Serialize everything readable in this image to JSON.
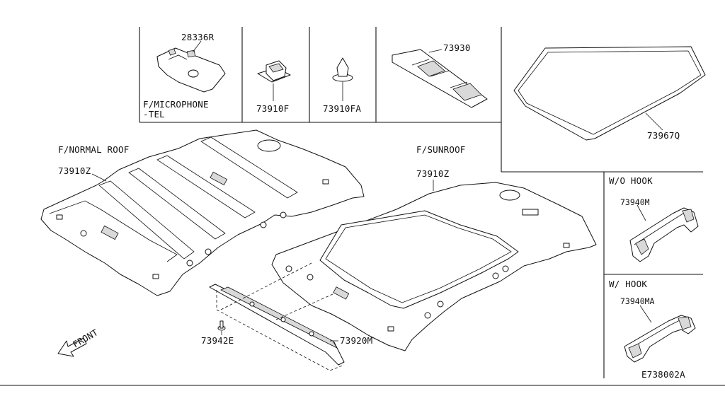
{
  "sections": {
    "microphone": "F/MICROPHONE",
    "microphone_line2": "-TEL",
    "normal_roof": "F/NORMAL ROOF",
    "sunroof": "F/SUNROOF",
    "wo_hook": "W/O HOOK",
    "w_hook": "W/ HOOK"
  },
  "parts": {
    "p28336r": "28336R",
    "p73910f": "73910F",
    "p73910fa": "73910FA",
    "p73930": "73930",
    "p73967q": "73967Q",
    "p73910z_normal": "73910Z",
    "p73910z_sunroof": "73910Z",
    "p73940m": "73940M",
    "p73940ma": "73940MA",
    "p73942e": "73942E",
    "p73920m": "73920M"
  },
  "front_label": "FRONT",
  "diagram_code": "E738002A"
}
